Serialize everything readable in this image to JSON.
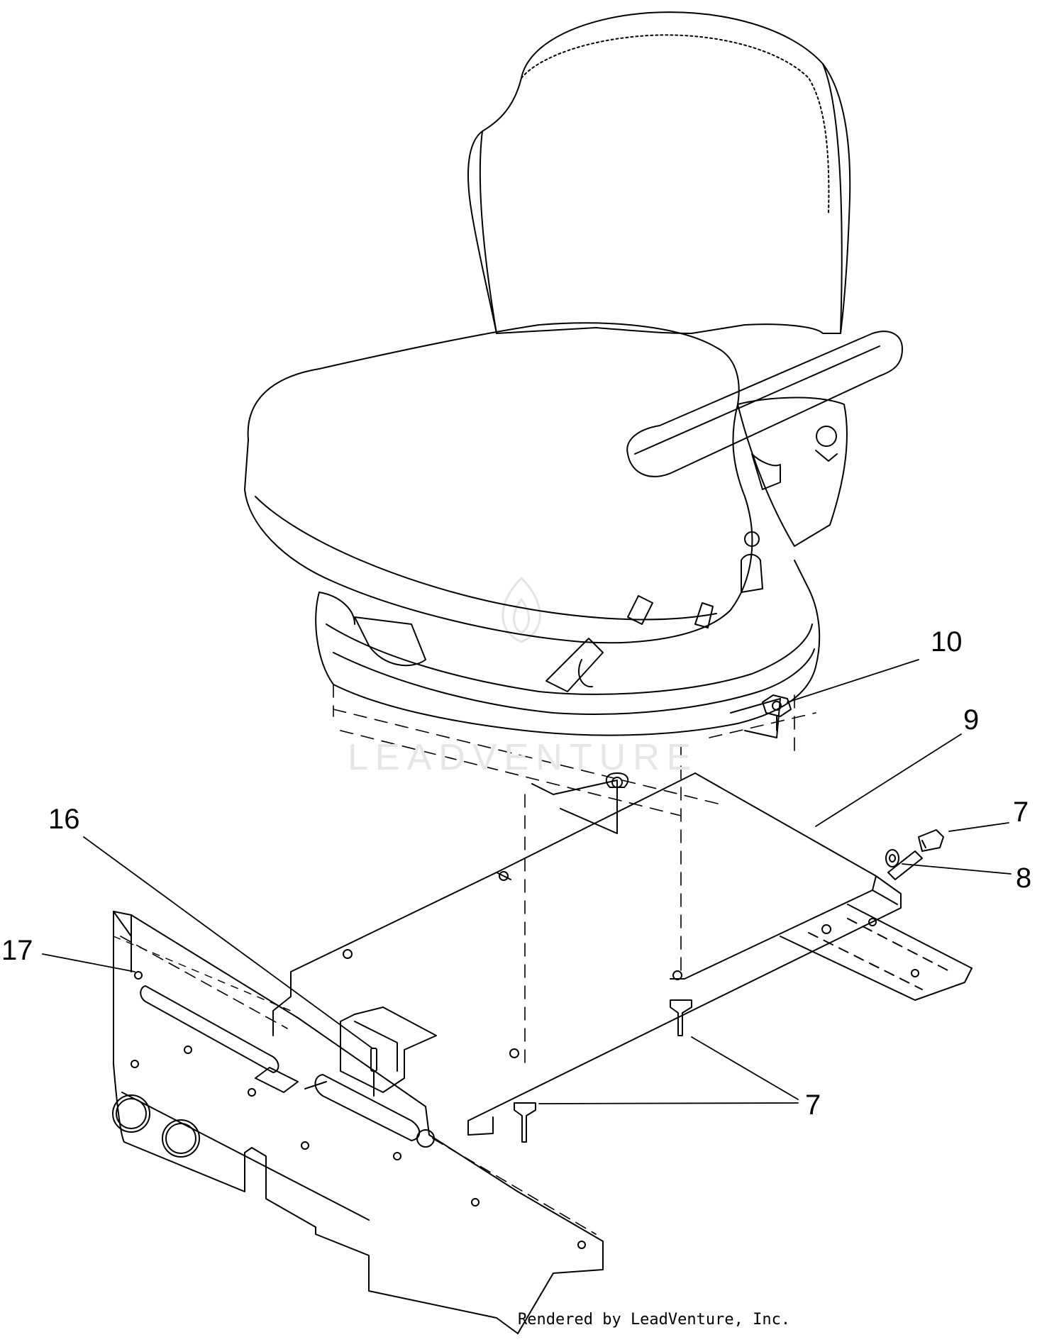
{
  "watermark": "LEADVENTURE",
  "credit": "Rendered by LeadVenture, Inc.",
  "callouts": [
    {
      "id": "10",
      "label": "10"
    },
    {
      "id": "9",
      "label": "9"
    },
    {
      "id": "7a",
      "label": "7"
    },
    {
      "id": "8",
      "label": "8"
    },
    {
      "id": "16",
      "label": "16"
    },
    {
      "id": "17",
      "label": "17"
    },
    {
      "id": "7b",
      "label": "7"
    }
  ],
  "colors": {
    "line": "#000000",
    "watermark": "#e6e6e6",
    "background": "#ffffff"
  }
}
